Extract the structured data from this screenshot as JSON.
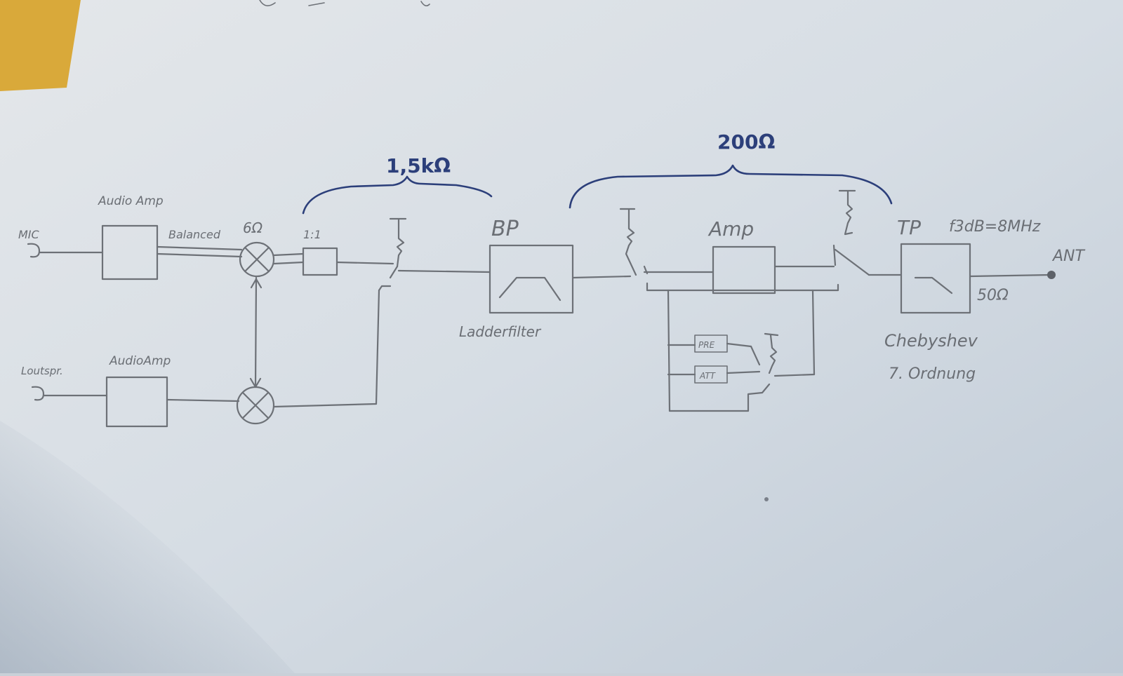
{
  "diagram": {
    "impedance_labels": {
      "left_bracket": "1,5kΩ",
      "right_bracket": "200Ω"
    },
    "inputs": {
      "mic": "MIC",
      "loudspeaker": "Loutspr."
    },
    "blocks": {
      "audio_amp_top": "Audio Amp",
      "audio_amp_bottom": "AudioAmp",
      "balanced": "Balanced",
      "mixer_label": "6Ω",
      "transformer": "1:1",
      "bandpass": "BP",
      "ladderfilter": "Ladderfilter",
      "amp": "Amp",
      "pre": "PRE",
      "att": "ATT",
      "lowpass": "TP",
      "cutoff": "f3dB=8MHz",
      "chebyshev": "Chebyshev",
      "order": "7. Ordnung",
      "impedance_out": "50Ω",
      "antenna": "ANT"
    }
  },
  "colors": {
    "paper": "#d7dde3",
    "pencil": "#6d7177",
    "ink": "#2c3f7a",
    "sticky_note": "#d9a93a"
  }
}
